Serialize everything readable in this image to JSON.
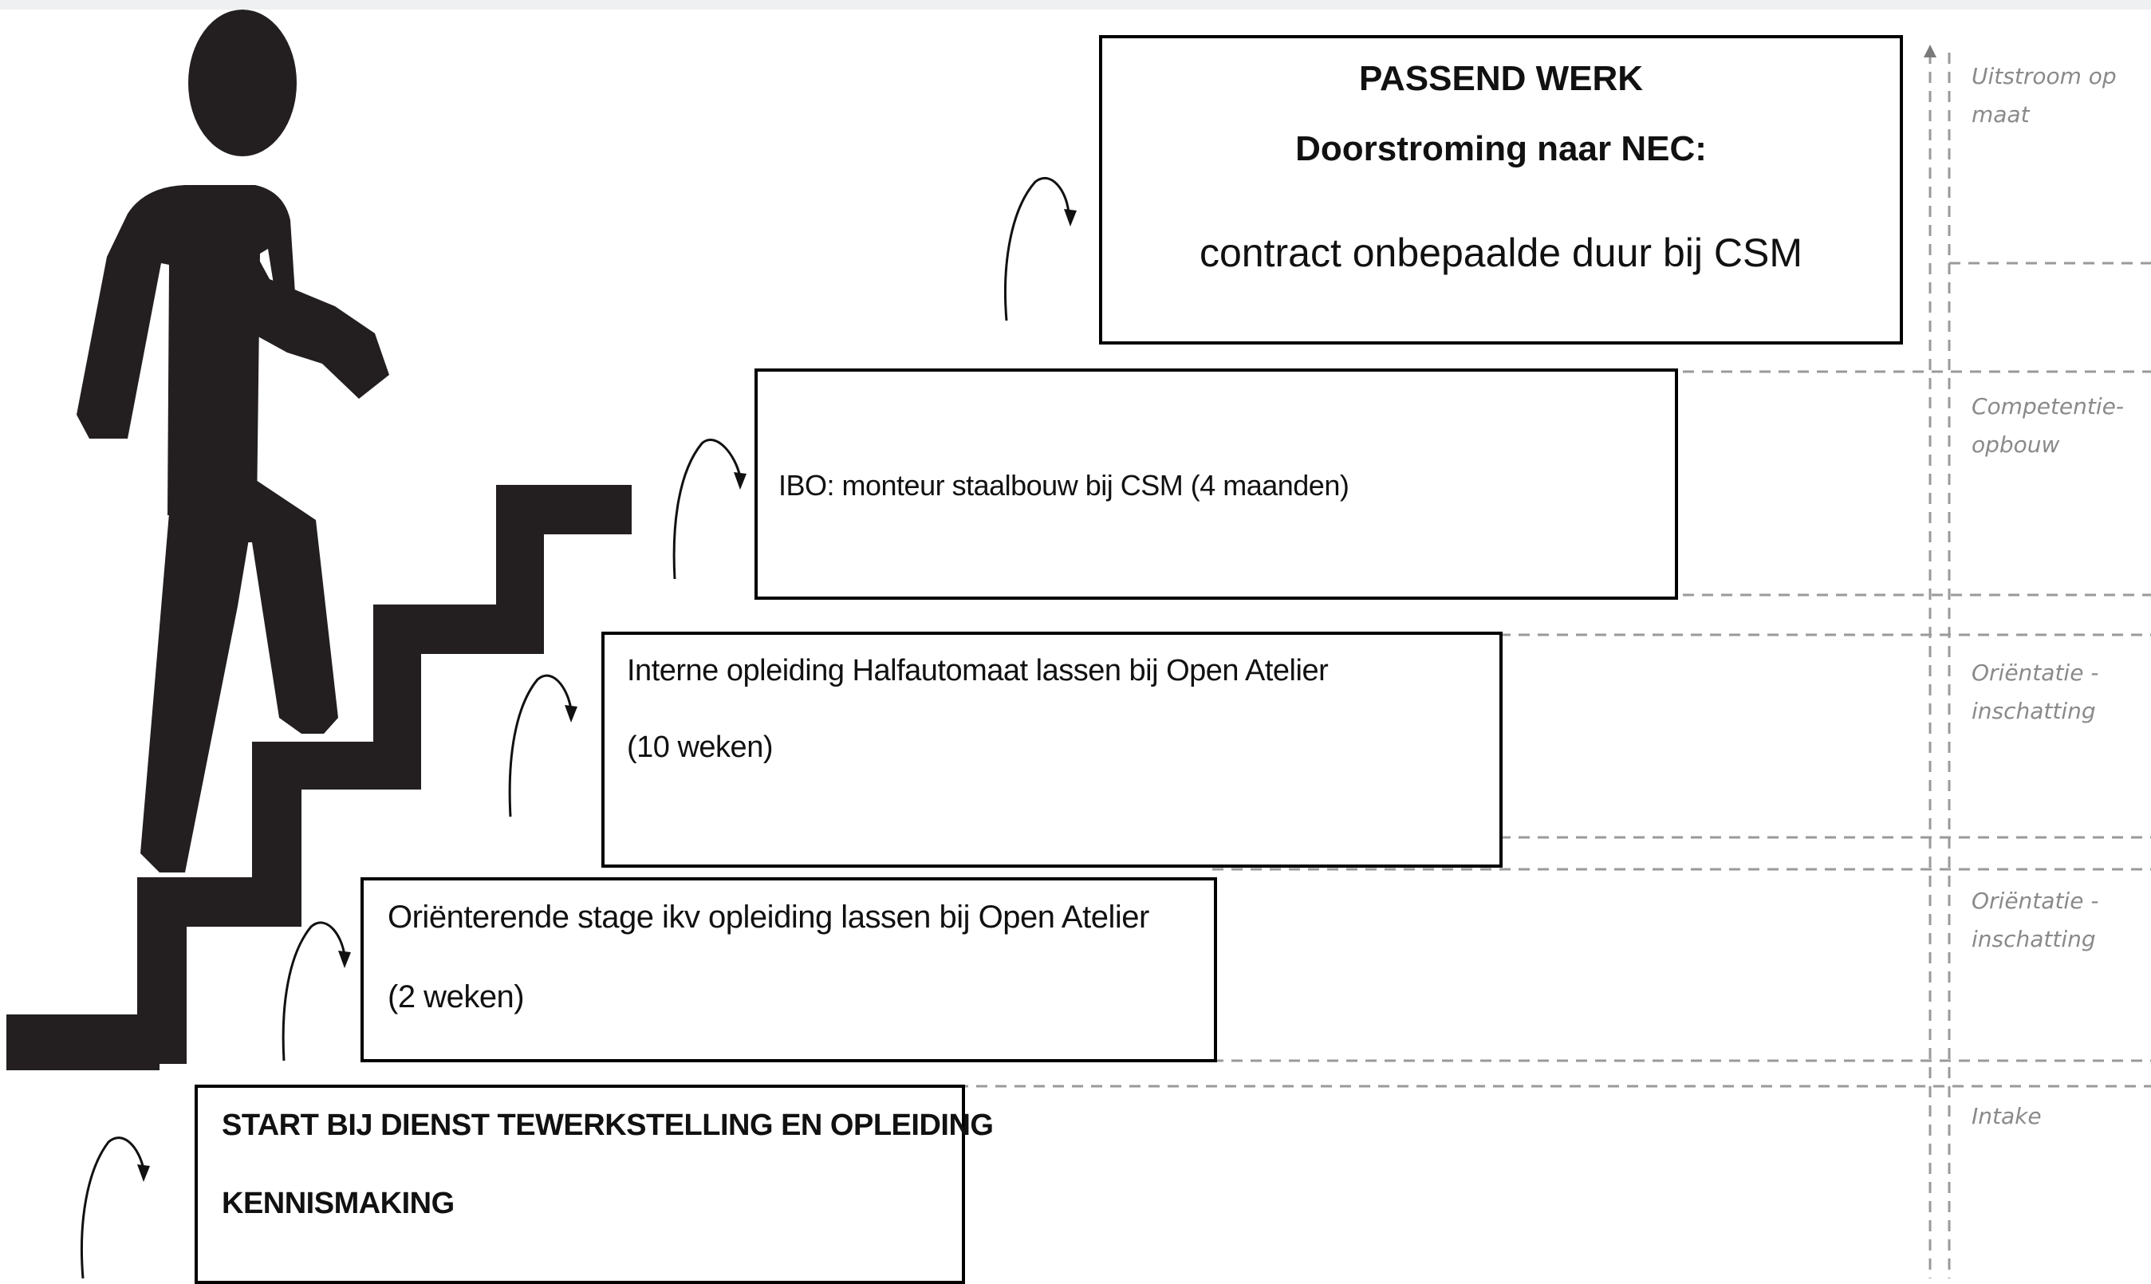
{
  "steps": {
    "step5": {
      "line1": "PASSEND WERK",
      "line2": "Doorstroming  naar NEC:",
      "line3": "contract onbepaalde  duur bij CSM"
    },
    "step4": {
      "line1": "IBO:  monteur staalbouw bij CSM (4 maanden)"
    },
    "step3": {
      "line1": "Interne opleiding Halfautomaat lassen bij Open Atelier",
      "line2": "(10 weken)"
    },
    "step2": {
      "line1": "Oriënterende  stage ikv opleiding lassen bij Open Atelier",
      "line2": "(2 weken)"
    },
    "step1": {
      "line1": "START BIJ DIENST TEWERKSTELLING EN OPLEIDING",
      "line2": "KENNISMAKING"
    }
  },
  "phases": [
    {
      "label": "Uitstroom op\nmaat"
    },
    {
      "label": "Competentie-\nopbouw"
    },
    {
      "label": "Oriëntatie -\ninschatting"
    },
    {
      "label": "Oriëntatie -\ninschatting"
    },
    {
      "label": "Intake"
    }
  ],
  "colors": {
    "figure": "#231f20",
    "border": "#000000",
    "dashed": "#9a9a9a",
    "phase_text": "#8a8a8a"
  },
  "icons": [
    "walking-person-icon",
    "staircase-icon",
    "curved-arrow-icon"
  ]
}
